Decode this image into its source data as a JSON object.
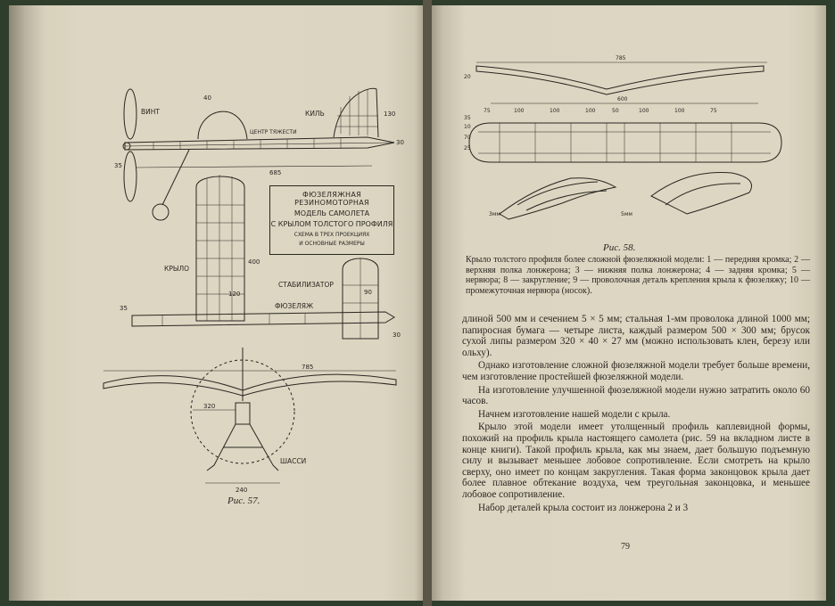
{
  "left_page": {
    "figure_57": {
      "caption": "Рис. 57.",
      "title_box": {
        "line1": "ФЮЗЕЛЯЖНАЯ РЕЗИНОМОТОРНАЯ",
        "line2": "МОДЕЛЬ САМОЛЕТА",
        "line3": "С КРЫЛОМ ТОЛСТОГО ПРОФИЛЯ",
        "line4": "СХЕМА В ТРЕХ ПРОЕКЦИЯХ",
        "line5": "И ОСНОВНЫЕ РАЗМЕРЫ"
      },
      "labels": {
        "vint": "ВИНТ",
        "kil": "КИЛЬ",
        "centr": "ЦЕНТР ТЯЖЕСТИ",
        "krylo": "КРЫЛО",
        "stabilizator": "СТАБИЛИЗАТОР",
        "fuzelyazh": "ФЮЗЕЛЯЖ",
        "shassi": "ШАССИ"
      },
      "dimensions": {
        "d40": "40",
        "d130": "130",
        "d30a": "30",
        "d35a": "35",
        "d685": "685",
        "d400": "400",
        "d120": "120",
        "d90": "90",
        "d35b": "35",
        "d30b": "30",
        "d785": "785",
        "d320": "320",
        "d240": "240"
      }
    }
  },
  "right_page": {
    "figure_58": {
      "caption": "Рис. 58.",
      "dimensions": {
        "d785": "785",
        "d20": "20",
        "d600": "600",
        "d75a": "75",
        "d100a": "100",
        "d100b": "100",
        "d100c": "100",
        "d50": "50",
        "d100d": "100",
        "d100e": "100",
        "d75b": "75",
        "d35": "35",
        "d10": "10",
        "d70": "70",
        "d25": "25",
        "s3": "3мм",
        "s5": "5мм"
      },
      "caption_text": "Крыло толстого профиля более сложной фюзеляжной модели: 1 — передняя кромка; 2 — верхняя полка лонжерона; 3 — нижняя полка лонжерона; 4 — задняя кромка; 5 — нервюра; 8 — закругление; 9 — проволочная деталь крепления крыла к фюзеляжу; 10 — промежуточная нервюра (носок)."
    },
    "paragraphs": [
      "длиной 500 мм и сечением 5 × 5 мм; стальная 1-мм проволока длиной 1000 мм; папиросная бумага — четыре листа, каждый размером 500 × 300 мм; брусок сухой липы размером 320 × 40 × 27 мм (можно использовать клен, березу или ольху).",
      "Однако изготовление сложной фюзеляжной модели требует больше времени, чем изготовление простейшей фюзеляжной модели.",
      "На изготовление улучшенной фюзеляжной модели нужно затратить около 60 часов.",
      "Начнем изготовление нашей модели с крыла.",
      "Крыло этой модели имеет утолщенный профиль каплевидной формы, похожий на профиль крыла настоящего самолета (рис. 59 на вкладном листе в конце книги). Такой профиль крыла, как мы знаем, дает большую подъемную силу и вызывает меньшее лобовое сопротивление. Если смотреть на крыло сверху, оно имеет по концам закругления. Такая форма законцовок крыла дает более плавное обтекание воздуха, чем треугольная законцовка, и меньшее лобовое сопротивление.",
      "Набор деталей крыла состоит из лонжерона 2 и 3"
    ],
    "page_number": "79"
  }
}
